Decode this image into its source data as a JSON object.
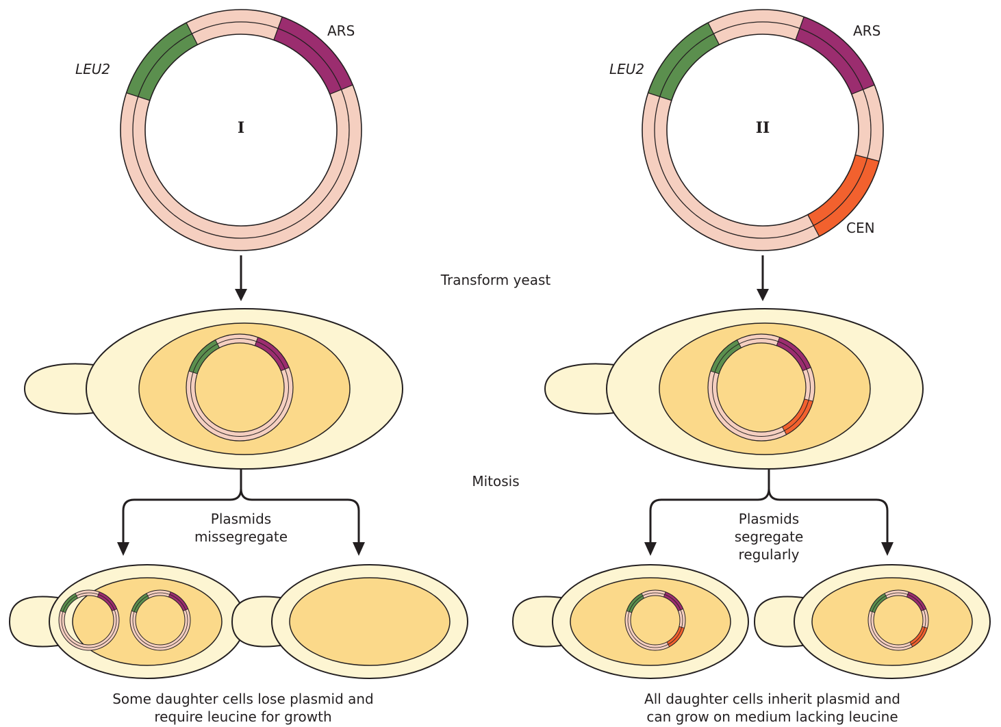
{
  "colors": {
    "backbone": "#f5cfc0",
    "leu2": "#5b8f4e",
    "ars": "#9b2d6f",
    "cen": "#f2612e",
    "cell_outer": "#fdf5d2",
    "cell_nucleus": "#fbd98a",
    "outline": "#231f20"
  },
  "plasmid_i": {
    "roman": "I",
    "leu2_label": "LEU2",
    "ars_label": "ARS"
  },
  "plasmid_ii": {
    "roman": "II",
    "leu2_label": "LEU2",
    "ars_label": "ARS",
    "cen_label": "CEN"
  },
  "steps": {
    "transform": "Transform yeast",
    "mitosis": "Mitosis"
  },
  "left_branch": {
    "line1": "Plasmids",
    "line2": "missegregate"
  },
  "right_branch": {
    "line1": "Plasmids",
    "line2": "segregate",
    "line3": "regularly"
  },
  "captions": {
    "left_line1": "Some daughter cells lose plasmid and",
    "left_line2": "require leucine for growth",
    "right_line1": "All daughter cells inherit plasmid and",
    "right_line2": "can grow on medium lacking leucine"
  },
  "icons": {
    "arrow": "arrow-down-icon",
    "plasmid": "plasmid-icon",
    "yeast_cell": "yeast-cell-icon"
  }
}
